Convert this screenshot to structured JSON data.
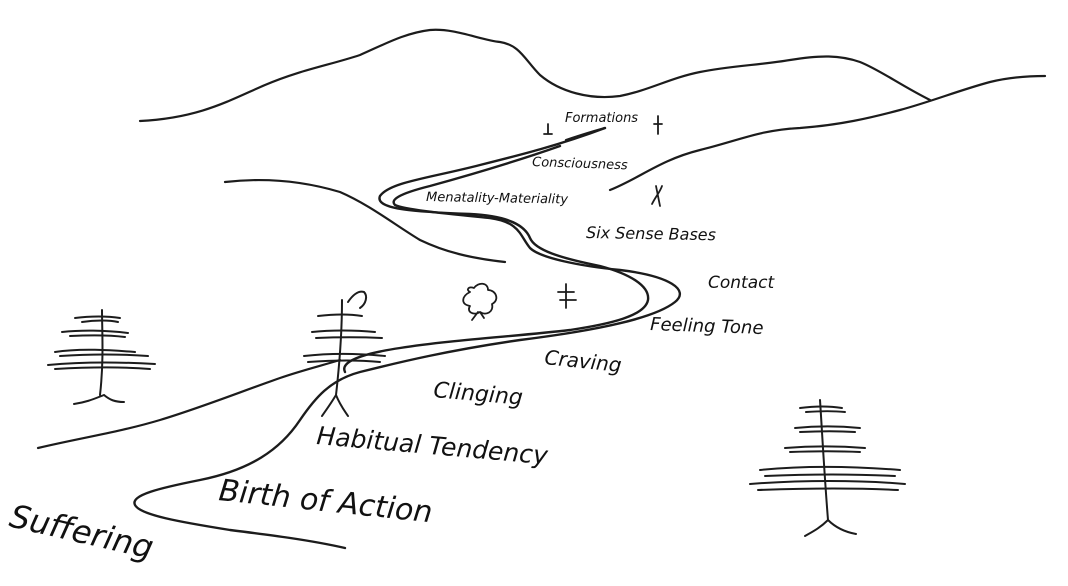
{
  "ink_color": "#1c1c1c",
  "links": [
    {
      "text": "Formations"
    },
    {
      "text": "Consciousness"
    },
    {
      "text": "Menatality-Materiality"
    },
    {
      "text": "Six Sense Bases"
    },
    {
      "text": "Contact"
    },
    {
      "text": "Feeling Tone"
    },
    {
      "text": "Craving"
    },
    {
      "text": "Clinging"
    },
    {
      "text": "Habitual Tendency"
    },
    {
      "text": "Birth of Action"
    },
    {
      "text": "Suffering"
    }
  ]
}
